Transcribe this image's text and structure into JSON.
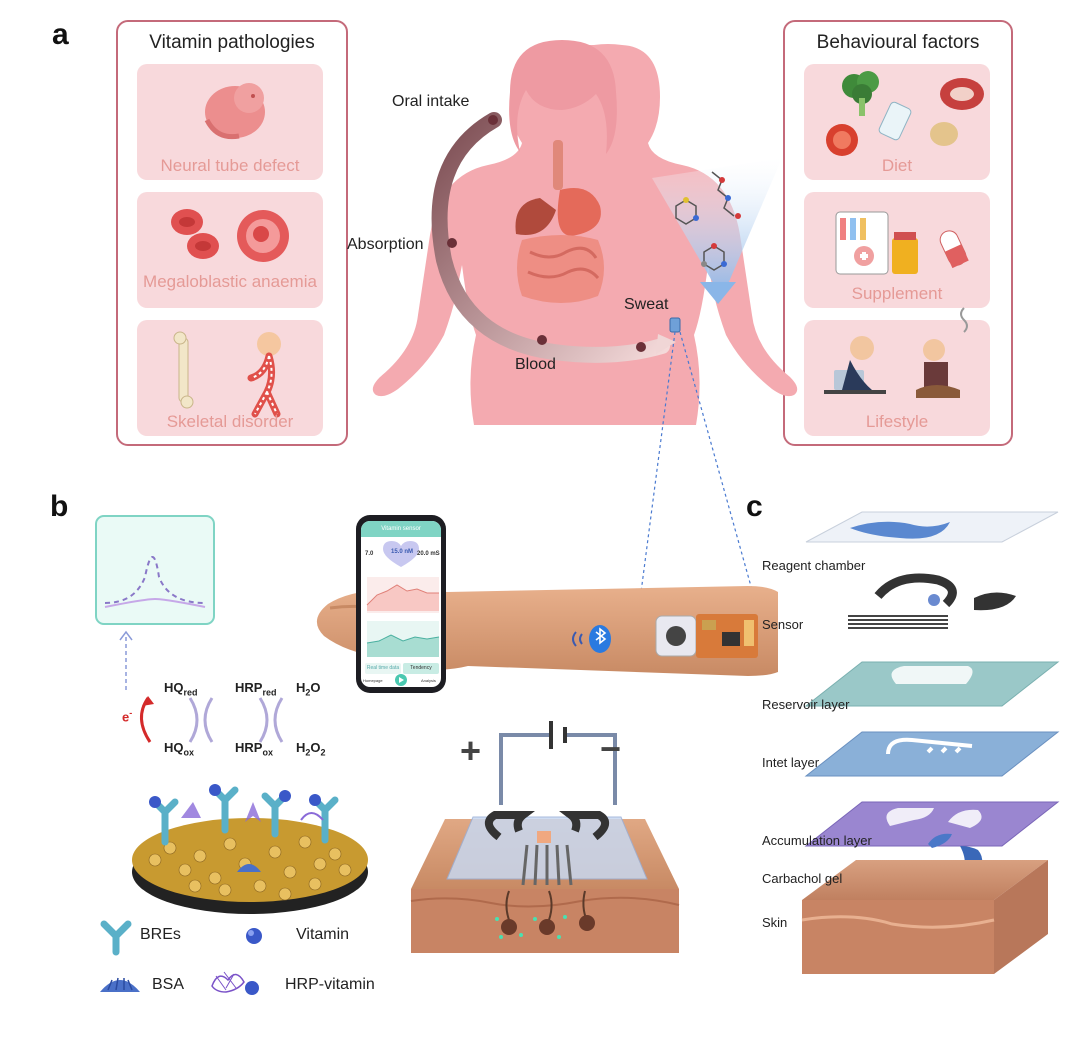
{
  "panels": {
    "a": "a",
    "b": "b",
    "c": "c"
  },
  "panel_a": {
    "left_box": {
      "title": "Vitamin pathologies",
      "cards": [
        "Neural tube defect",
        "Megaloblastic anaemia",
        "Skeletal disorder"
      ]
    },
    "right_box": {
      "title": "Behavioural factors",
      "cards": [
        "Diet",
        "Supplement",
        "Lifestyle"
      ]
    },
    "body_labels": {
      "oral_intake": "Oral intake",
      "absorption": "Absorption",
      "blood": "Blood",
      "sweat": "Sweat"
    }
  },
  "panel_b": {
    "reactions": {
      "hq_red": "HQ",
      "hq_red_sub": "red",
      "hq_ox": "HQ",
      "hq_ox_sub": "ox",
      "hrp_red": "HRP",
      "hrp_red_sub": "red",
      "hrp_ox": "HRP",
      "hrp_ox_sub": "ox",
      "h2o": "H",
      "h2o_sub": "2",
      "h2o_tail": "O",
      "h2o2": "H",
      "h2o2_sub1": "2",
      "h2o2_mid": "O",
      "h2o2_sub2": "2",
      "electron": "e",
      "electron_sup": "-"
    },
    "legend": {
      "bres": "BREs",
      "vitamin": "Vitamin",
      "bsa": "BSA",
      "hrp_vitamin": "HRP-vitamin"
    },
    "phone": {
      "header": "Vitamin sensor",
      "value_left": "7.0",
      "value_center": "15.0 nM",
      "value_right": "20.0 mS",
      "btn_left": "Real time data",
      "btn_right": "Tendency",
      "nav_left": "Homepage",
      "nav_right": "Analysis"
    },
    "electrodes": {
      "plus": "+",
      "minus": "−"
    }
  },
  "panel_c": {
    "layers": [
      "Reagent chamber",
      "Sensor",
      "Reservoir layer",
      "Intet layer",
      "Accumulation layer",
      "Carbachol gel",
      "Skin"
    ]
  },
  "colors": {
    "box_border": "#c46a7a",
    "card_bg": "#f8d9dc",
    "card_text": "#e59a96",
    "body_pink": "#f2a7ae",
    "teal": "#7fd4c4"
  }
}
